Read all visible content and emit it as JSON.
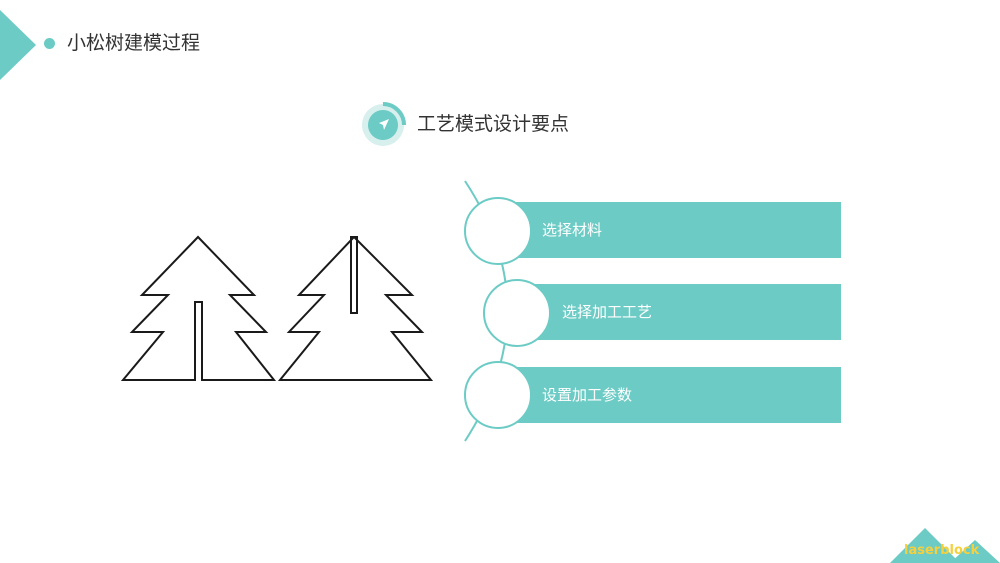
{
  "header": {
    "title": "小松树建模过程"
  },
  "section": {
    "subtitle": "工艺模式设计要点"
  },
  "steps": [
    {
      "label": "选择材料"
    },
    {
      "label": "选择加工工艺"
    },
    {
      "label": "设置加工参数"
    }
  ],
  "logo": {
    "text": "laserblock"
  },
  "colors": {
    "accent": "#6ccbc5",
    "text": "#333333",
    "logo": "#f4d03f"
  }
}
